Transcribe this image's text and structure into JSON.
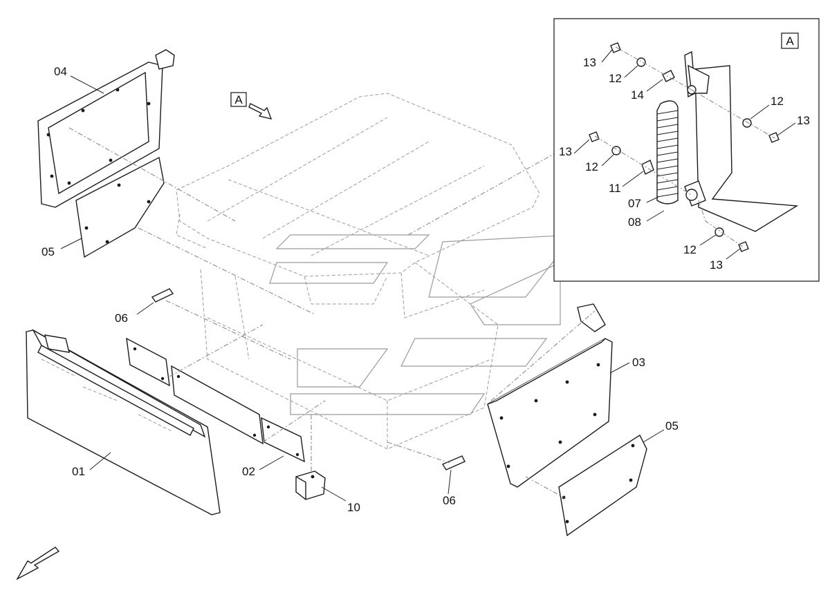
{
  "detail_view": {
    "tag": "A"
  },
  "view_arrow": {
    "tag": "A"
  },
  "callouts": {
    "p01": "01",
    "p02": "02",
    "p03": "03",
    "p04": "04",
    "p05_left": "05",
    "p05_right": "05",
    "p06_left": "06",
    "p06_right": "06",
    "p10": "10",
    "d13_a": "13",
    "d12_a": "12",
    "d14": "14",
    "d12_b": "12",
    "d13_b": "13",
    "d13_c": "13",
    "d12_c": "12",
    "d11": "11",
    "d07": "07",
    "d08": "08",
    "d12_d": "12",
    "d13_d": "13"
  },
  "colors": {
    "line": "#1a1a1a",
    "hidden": "#8a8a8a",
    "background": "#ffffff"
  }
}
